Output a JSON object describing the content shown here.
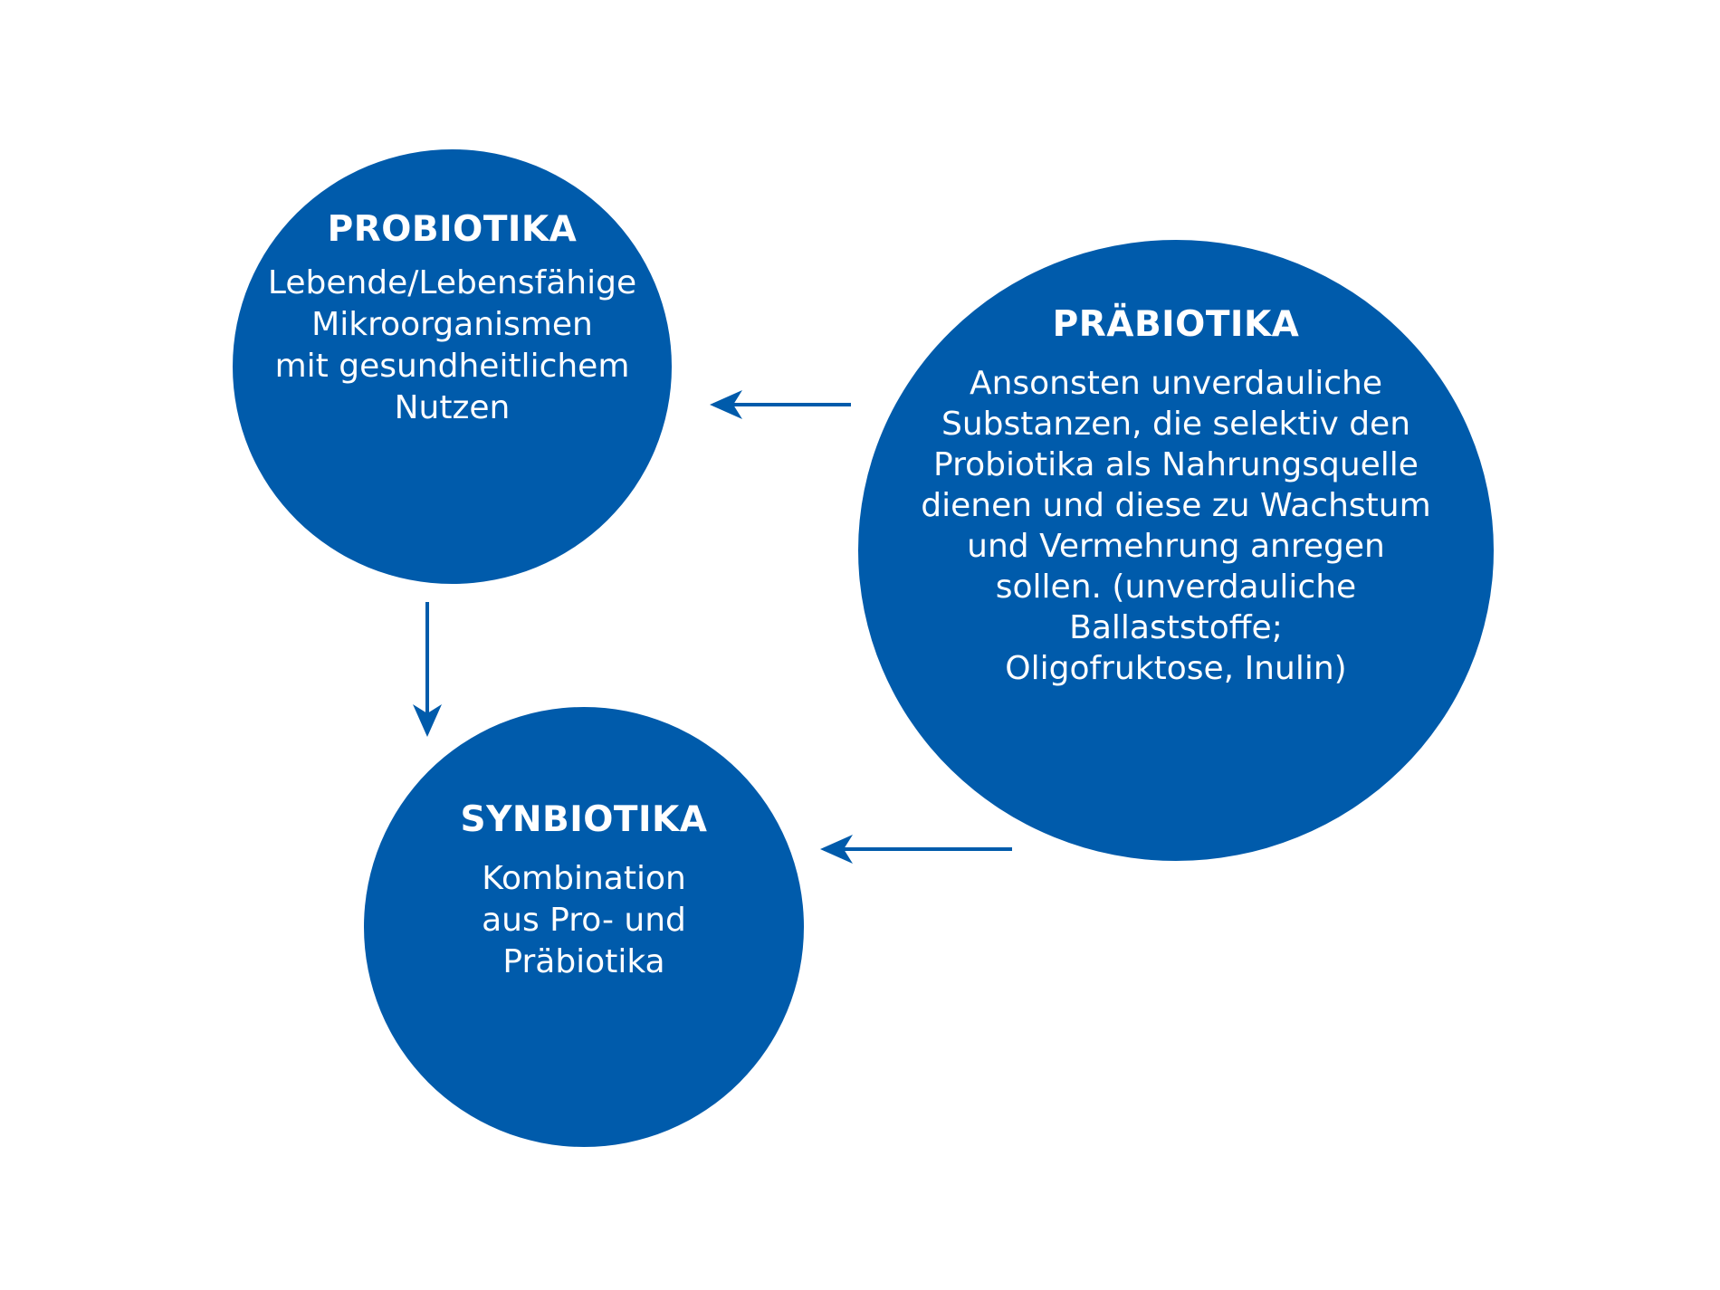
{
  "colors": {
    "circle_fill": "#005bab",
    "arrow": "#005bab",
    "text": "#ffffff",
    "background": "#ffffff"
  },
  "nodes": {
    "probiotika": {
      "title": "PROBIOTIKA",
      "lines": [
        "Lebende/Lebensfähige",
        "Mikroorganismen",
        "mit gesundheitlichem",
        "Nutzen"
      ]
    },
    "praebiotika": {
      "title": "PRÄBIOTIKA",
      "lines": [
        "Ansonsten unverdauliche",
        "Substanzen, die selektiv den",
        "Probiotika als Nahrungsquelle",
        "dienen und diese zu Wachstum",
        "und Vermehrung anregen",
        "sollen. (unverdauliche",
        "Ballaststoffe;",
        "Oligofruktose, Inulin)"
      ]
    },
    "synbiotika": {
      "title": "SYNBIOTIKA",
      "lines": [
        "Kombination",
        "aus Pro- und",
        "Präbiotika"
      ]
    }
  },
  "edges": [
    {
      "from": "praebiotika",
      "to": "probiotika"
    },
    {
      "from": "probiotika",
      "to": "synbiotika"
    },
    {
      "from": "praebiotika",
      "to": "synbiotika"
    }
  ]
}
